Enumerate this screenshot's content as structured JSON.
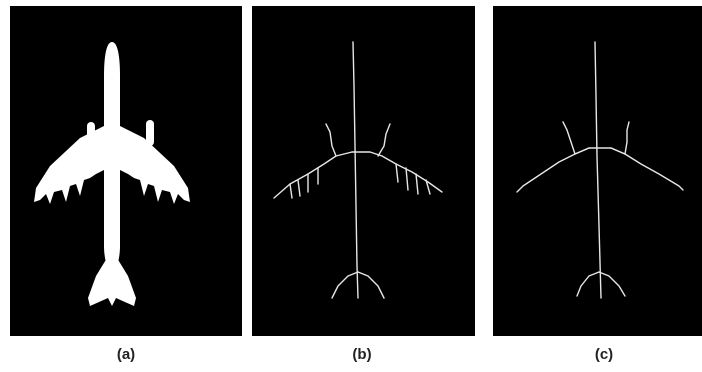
{
  "panels": [
    {
      "id": "a",
      "label": "(a)"
    },
    {
      "id": "b",
      "label": "(b)"
    },
    {
      "id": "c",
      "label": "(c)"
    }
  ],
  "colors": {
    "background": "#000000",
    "shape": "#ffffff",
    "skeleton": "#e6e6e6"
  }
}
